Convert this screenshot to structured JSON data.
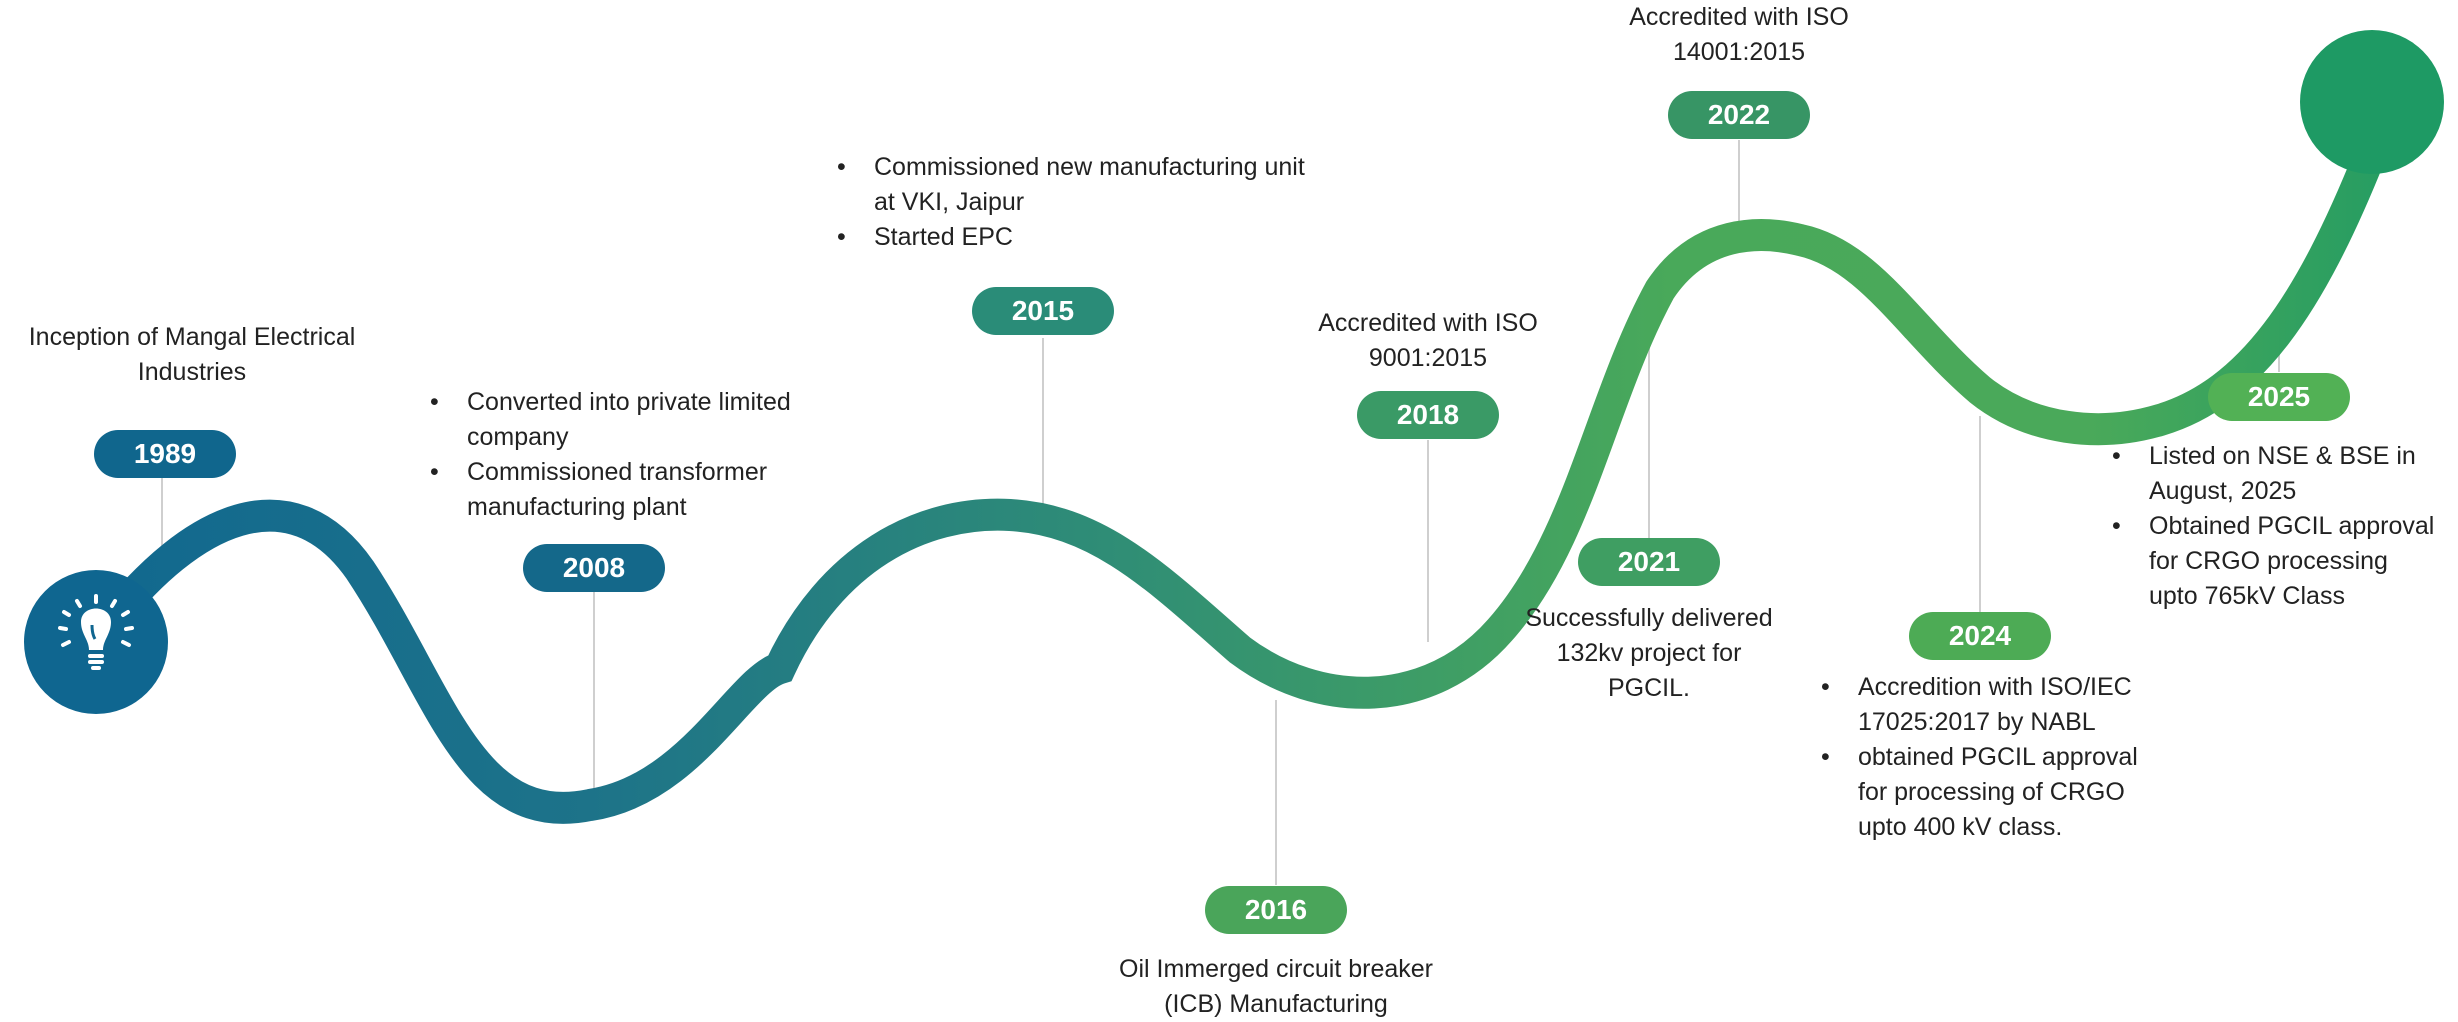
{
  "colors": {
    "start_blue": "#0f6a92",
    "mid_teal": "#2c8d7a",
    "end_green": "#4ead55",
    "connector_gray": "#cfcfcf",
    "text": "#222222"
  },
  "icons": {
    "start": "lightbulb-icon"
  },
  "milestones": [
    {
      "year": "1989",
      "color": "#10668d",
      "lines": [
        "Inception of Mangal Electrical",
        "Industries"
      ],
      "bullets": []
    },
    {
      "year": "2008",
      "color": "#14688a",
      "lines": [],
      "bullets": [
        "Converted into private limited company",
        "Commissioned transformer manufacturing plant"
      ]
    },
    {
      "year": "2015",
      "color": "#2a8c78",
      "lines": [],
      "bullets": [
        "Commissioned new manufacturing unit at VKI, Jaipur",
        "Started EPC"
      ]
    },
    {
      "year": "2016",
      "color": "#4aa55a",
      "lines": [
        "Oil Immerged circuit breaker",
        "(ICB) Manufacturing"
      ],
      "bullets": []
    },
    {
      "year": "2018",
      "color": "#3a9a66",
      "lines": [
        "Accredited with ISO",
        "9001:2015"
      ],
      "bullets": []
    },
    {
      "year": "2021",
      "color": "#3f9e62",
      "lines": [
        "Successfully delivered",
        "132kv project for",
        "PGCIL."
      ],
      "bullets": []
    },
    {
      "year": "2022",
      "color": "#379565",
      "lines": [
        "Accredited with ISO",
        "14001:2015"
      ],
      "bullets": []
    },
    {
      "year": "2024",
      "color": "#4dab55",
      "lines": [],
      "bullets": [
        "Accredition with ISO/IEC 17025:2017 by NABL",
        "obtained PGCIL approval for processing of CRGO upto 400 kV class."
      ]
    },
    {
      "year": "2025",
      "color": "#52b155",
      "lines": [],
      "bullets": [
        "Listed on  NSE & BSE in August, 2025",
        "Obtained PGCIL approval for CRGO processing upto 765kV Class"
      ]
    }
  ]
}
